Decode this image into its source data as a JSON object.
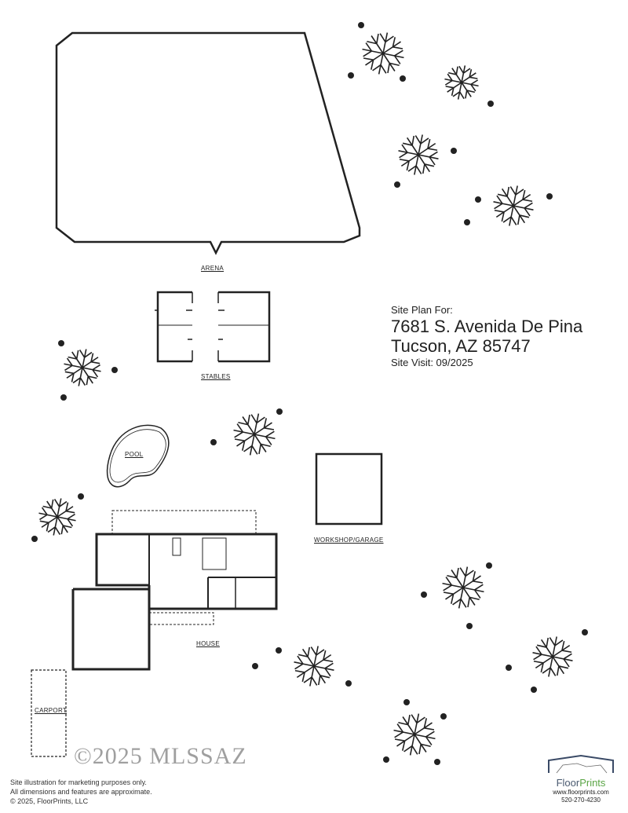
{
  "labels": {
    "arena": "ARENA",
    "stables": "STABLES",
    "pool": "POOL",
    "workshop": "WORKSHOP/GARAGE",
    "house": "HOUSE",
    "carport": "CARPORT"
  },
  "site_info": {
    "heading": "Site Plan For:",
    "address_line1": "7681 S. Avenida De Pina",
    "address_line2": "Tucson, AZ  85747",
    "site_visit": "Site Visit:  09/2025"
  },
  "footer": {
    "line1": "Site illustration for marketing purposes only.",
    "line2": "All dimensions and features are approximate.",
    "line3": "© 2025, FloorPrints, LLC"
  },
  "watermark": "©2025 MLSSAZ",
  "logo": {
    "brand_part1": "Floor",
    "brand_part2": "Prints",
    "url": "www.floorprints.com",
    "phone": "520-270-4230"
  }
}
